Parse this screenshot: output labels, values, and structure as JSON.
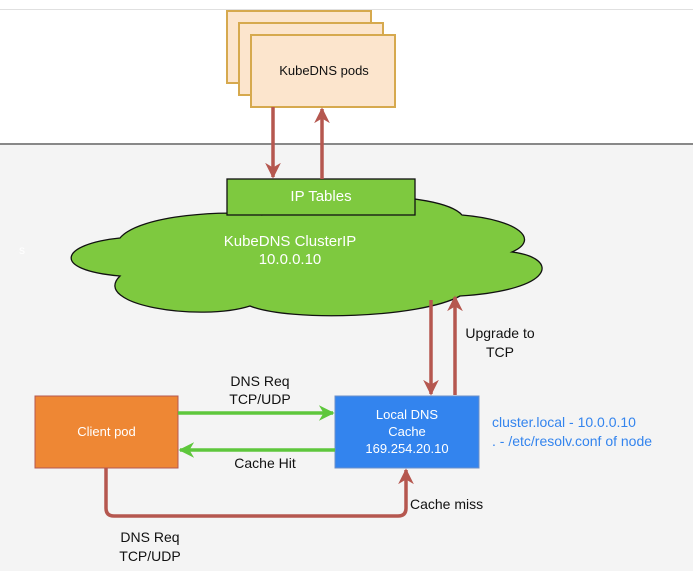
{
  "nodes": {
    "kubedns_pods": {
      "label": "KubeDNS pods"
    },
    "ip_tables": {
      "label": "IP Tables"
    },
    "cluster_ip": {
      "line1": "KubeDNS ClusterIP",
      "line2": "10.0.0.10"
    },
    "client_pod": {
      "label": "Client pod"
    },
    "local_cache": {
      "line1": "Local DNS",
      "line2": "Cache",
      "line3": "169.254.20.10"
    }
  },
  "edges": {
    "dns_req_direct": {
      "line1": "DNS Req",
      "line2": "TCP/UDP"
    },
    "cache_hit": {
      "label": "Cache Hit"
    },
    "upgrade_tcp": {
      "line1": "Upgrade to",
      "line2": "TCP"
    },
    "cache_miss": {
      "label": "Cache miss"
    },
    "dns_req_via_miss": {
      "line1": "DNS Req",
      "line2": "TCP/UDP"
    }
  },
  "annotation": {
    "line1": "cluster.local - 10.0.0.10",
    "line2": ". - /etc/resolv.conf of node"
  },
  "stray_text": "s",
  "colors": {
    "pods_fill": "#fce5cd",
    "pods_stroke": "#d6a94e",
    "green": "#7ec93f",
    "orange": "#ee8734",
    "blue": "#3384ee",
    "arrow_red": "#b5574f",
    "arrow_green": "#5ec73c",
    "annotation_blue": "#3384ee"
  }
}
